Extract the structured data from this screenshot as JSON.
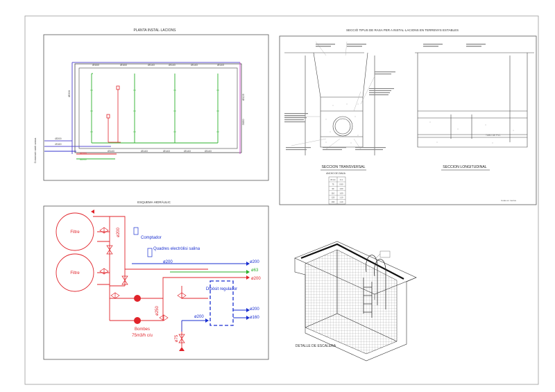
{
  "sheet": {
    "plan_title": "PLANTA INSTAL·LACIONS",
    "section_title": "SECCIÓ TIPUS DE RASA PER A INSTAL·LACIONS EN TERRENYS ESTABLES",
    "scheme_title": "ESQUEMA HIDRÀULIC",
    "stair_title": "DETALLE DE ESCALERA"
  },
  "plan": {
    "top_dims": [
      "Ø160",
      "Ø160",
      "Ø140",
      "Ø140",
      "Ø140",
      "Ø140"
    ],
    "bottom_dims": [
      "Ø140",
      "Ø140",
      "Ø140",
      "Ø140",
      "Ø140"
    ],
    "left_dim": "Ø200",
    "right_dim": "Ø125",
    "side_measure": "3050",
    "inlet_pipes": [
      "Ø200",
      "Ø160",
      "Ø200",
      "Ø200"
    ],
    "connection_note": "Connexió amb xarxa"
  },
  "section": {
    "transverse_label": "SECCION TRANSVERSAL",
    "longitudinal_label": "SECCION LONGITUDINAL",
    "table_title": "ANCHO DE ZANJA",
    "table_header": [
      "Ø mm",
      "A m"
    ],
    "table_rows": [
      [
        "75",
        "0.60"
      ],
      [
        "90",
        "1.00"
      ],
      [
        "110",
        "1.00"
      ],
      [
        "125",
        "1.10"
      ],
      [
        "160",
        "1.10"
      ]
    ],
    "footnote": "Cotas en metros",
    "note_pipe": "TUBO DE PVC"
  },
  "scheme": {
    "filter_1": "Filtre",
    "filter_2": "Filtre",
    "meter": "Comptador",
    "electrolysis": "Quadres electròlisi salina",
    "pumps": "Bombes",
    "pumps_flow": "75m3/h c/u",
    "tank": "Dipòsit regulador",
    "d_main_vertical": "ø200",
    "d_pump_column": "ø250",
    "d_drain": "ø75",
    "d_line_1": "ø200",
    "d_line_1b": "ø200",
    "d_line_2": "ø63",
    "d_line_3": "ø200",
    "d_line_4": "ø200",
    "d_line_5": "ø200",
    "d_line_6": "ø160"
  },
  "colors": {
    "hot_pipe": "#e0232a",
    "green_pipe": "#2bb02b",
    "blue_pipe": "#1a2fd0",
    "magenta": "#cc33cc",
    "line": "#333333"
  }
}
